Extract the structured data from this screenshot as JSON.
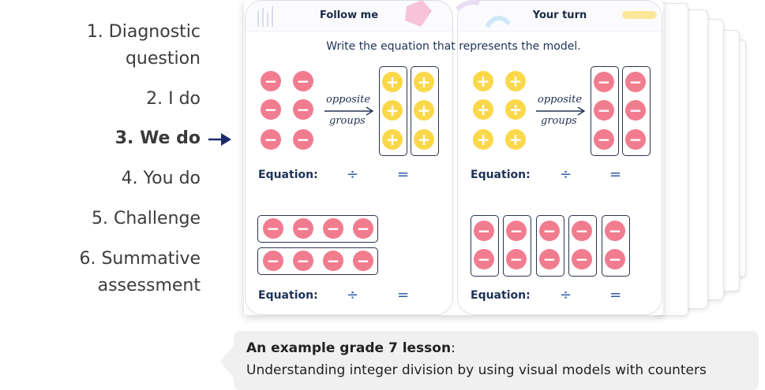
{
  "steps": [
    {
      "line1": "1. Diagnostic",
      "line2": "question"
    },
    {
      "line1": "2. I do"
    },
    {
      "line1": "3. We do"
    },
    {
      "line1": "4. You do"
    },
    {
      "line1": "5. Challenge"
    },
    {
      "line1": "6. Summative",
      "line2": "assessment"
    }
  ],
  "active_step": "3. We do",
  "lesson": {
    "left_tab": "Follow me",
    "right_tab": "Your turn",
    "instruction": "Write the equation that represents the model.",
    "arrow_label_top": "opposite",
    "arrow_label_bottom": "groups",
    "equation_label": "Equation:",
    "divide_symbol": "÷",
    "equals_symbol": "=",
    "negative_symbol": "−",
    "positive_symbol": "+"
  },
  "caption": {
    "bold": "An example grade 7 lesson",
    "colon": ":",
    "text": "Understanding integer division by using visual models with counters"
  },
  "colors": {
    "negative_counter": "#f27c8f",
    "positive_counter": "#fbd84a",
    "arrow": "#1a2a6b"
  }
}
